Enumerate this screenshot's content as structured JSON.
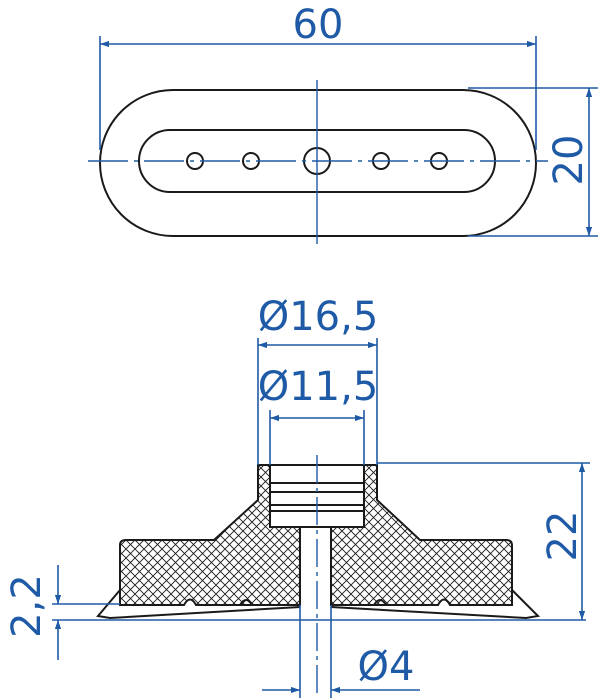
{
  "top_view": {
    "length_label": "60",
    "width_label": "20"
  },
  "section_view": {
    "outer_diameter_label": "Ø16,5",
    "inner_diameter_label": "Ø11,5",
    "height_label": "22",
    "lip_label": "2,2",
    "bore_label": "Ø4"
  },
  "colors": {
    "dimension": "#1f5aa6",
    "outline": "#1a1a1a"
  }
}
